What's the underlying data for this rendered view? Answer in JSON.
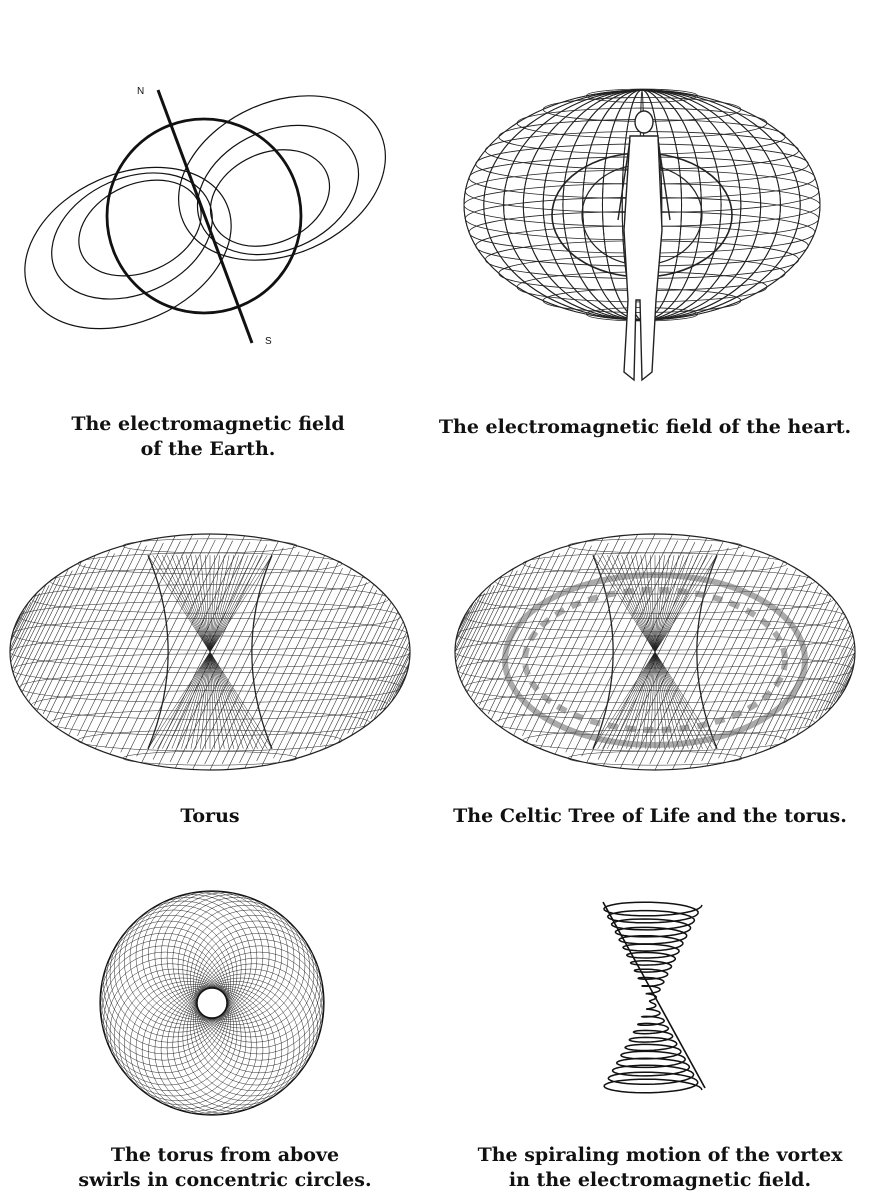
{
  "panels": [
    {
      "id": "earth",
      "caption": [
        "The electromagnetic field",
        "of the Earth."
      ],
      "pole_north": "N",
      "pole_south": "S"
    },
    {
      "id": "heart",
      "caption": [
        "The electromagnetic field of the heart."
      ]
    },
    {
      "id": "torus",
      "caption": [
        "Torus"
      ]
    },
    {
      "id": "celtic",
      "caption": [
        "The Celtic Tree of Life and the torus."
      ]
    },
    {
      "id": "above",
      "caption": [
        "The torus from above",
        "swirls in concentric circles."
      ]
    },
    {
      "id": "vortex",
      "caption": [
        "The spiraling motion of the vortex",
        "in the electromagnetic field."
      ]
    }
  ]
}
